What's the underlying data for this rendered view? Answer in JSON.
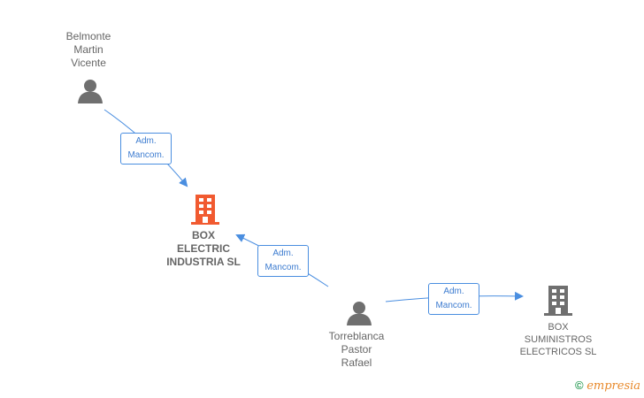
{
  "nodes": {
    "person1": {
      "name": "Belmonte\nMartin\nVicente",
      "type": "person"
    },
    "company1": {
      "name": "BOX\nELECTRIC\nINDUSTRIA SL",
      "type": "company",
      "highlighted": true
    },
    "person2": {
      "name": "Torreblanca\nPastor\nRafael",
      "type": "person"
    },
    "company2": {
      "name": "BOX\nSUMINISTROS\nELECTRICOS SL",
      "type": "company"
    }
  },
  "edges": [
    {
      "from": "person1",
      "to": "company1",
      "line1": "Adm.",
      "line2": "Mancom."
    },
    {
      "from": "person2",
      "to": "company1",
      "line1": "Adm.",
      "line2": "Mancom."
    },
    {
      "from": "person2",
      "to": "company2",
      "line1": "Adm.",
      "line2": "Mancom."
    }
  ],
  "colors": {
    "edge": "#4a8ee0",
    "highlight": "#f15a30",
    "icon": "#6f6f6f"
  },
  "brand": {
    "copyright": "©",
    "name": "empresia"
  }
}
